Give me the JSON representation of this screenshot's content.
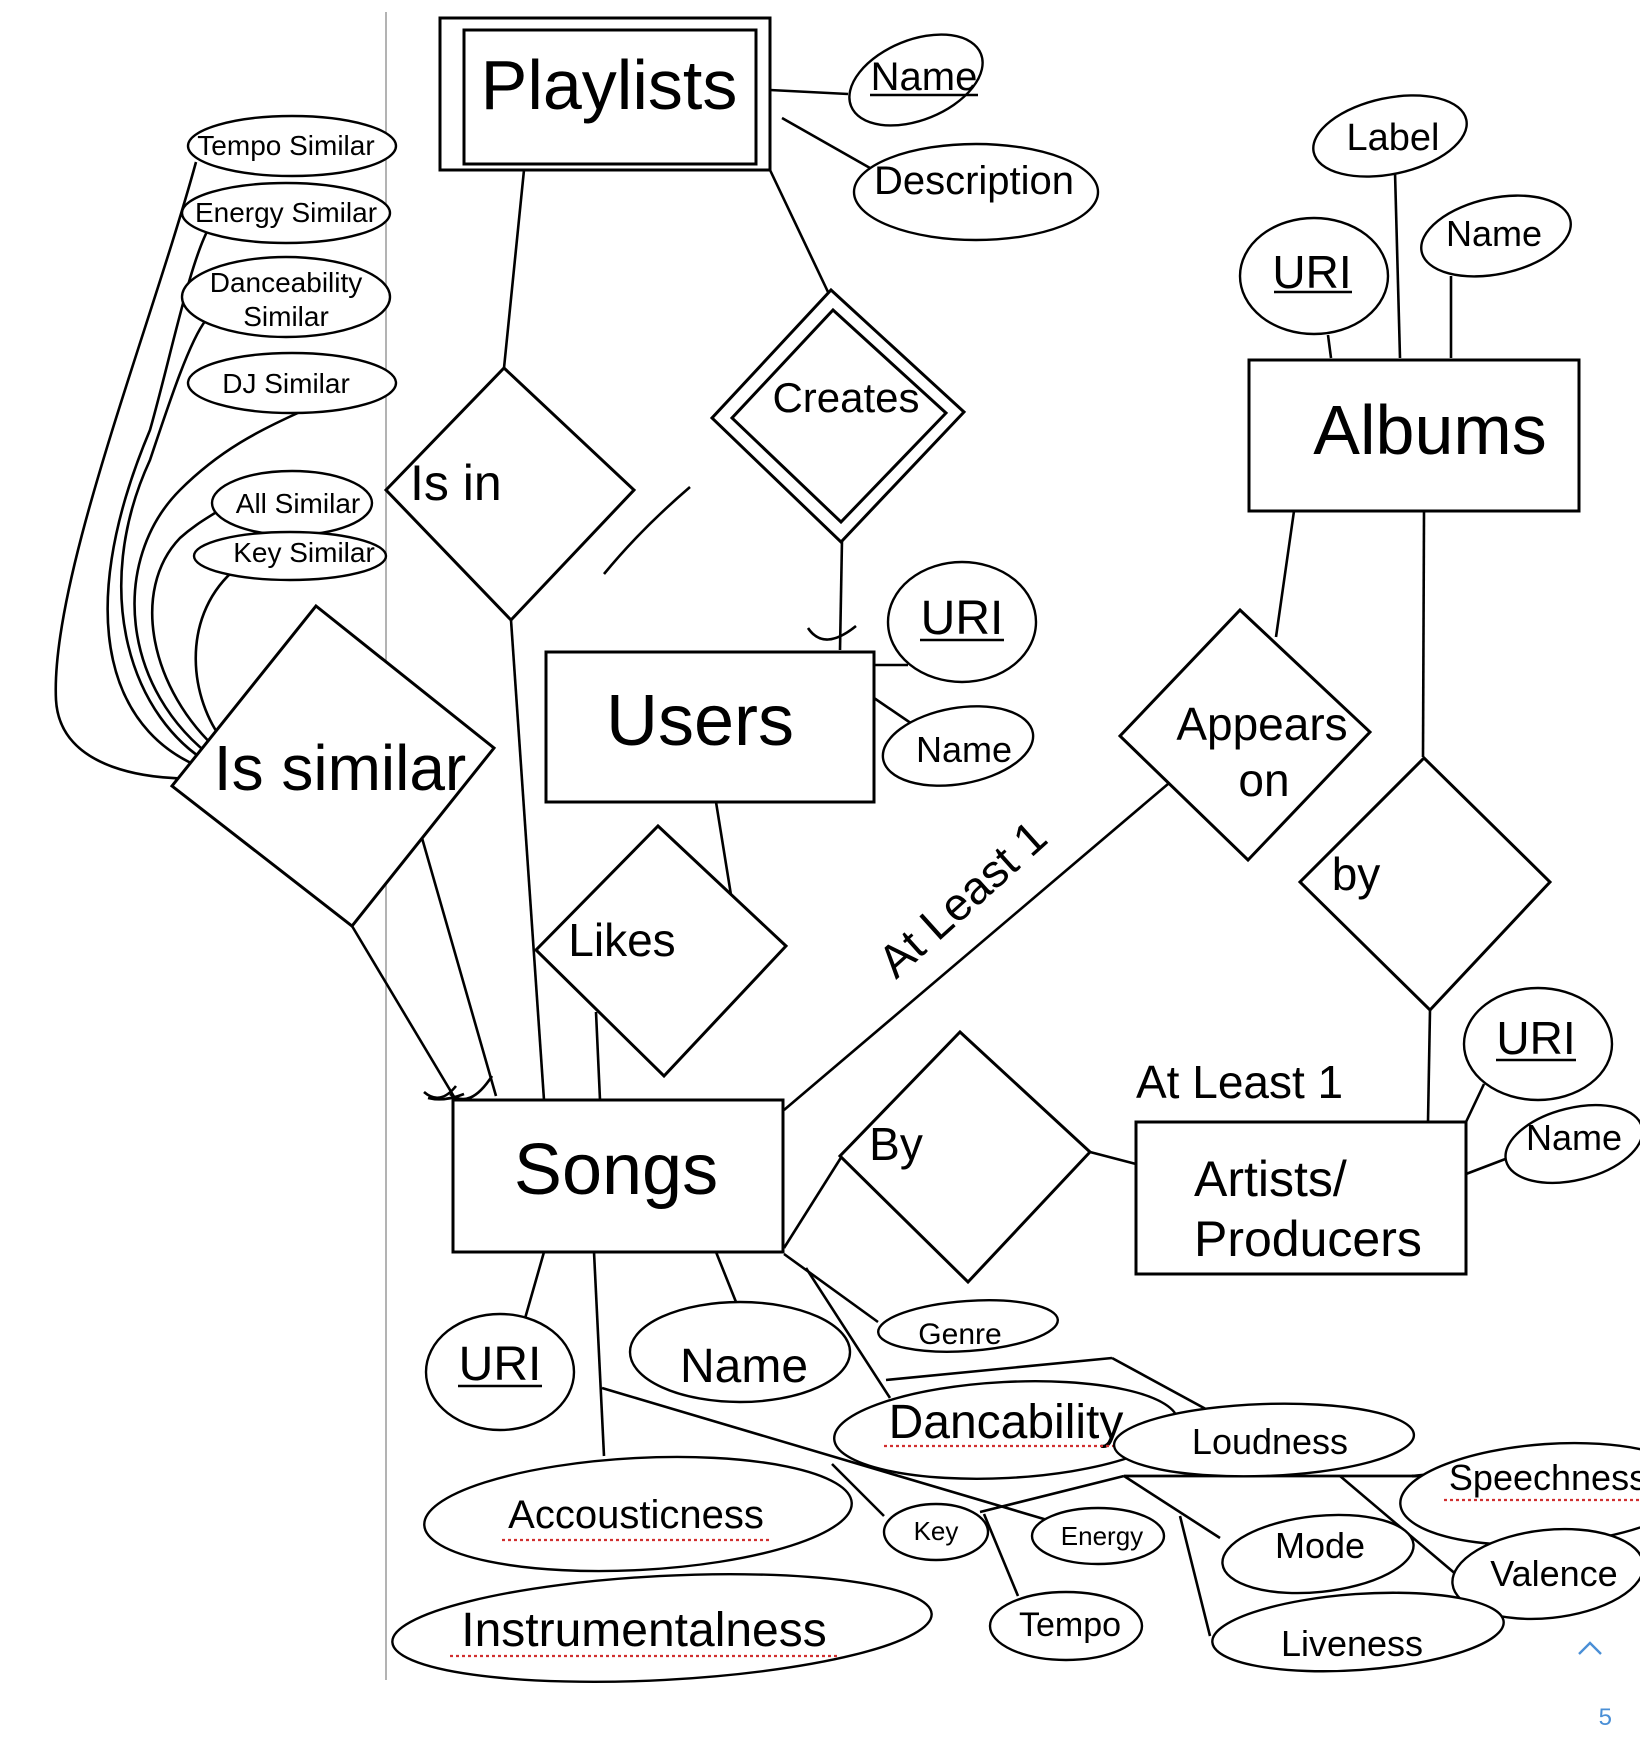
{
  "entities": {
    "playlists": "Playlists",
    "users": "Users",
    "albums": "Albums",
    "songs": "Songs",
    "artists_line1": "Artists/",
    "artists_line2": "Producers"
  },
  "relationships": {
    "is_in": "Is in",
    "creates": "Creates",
    "is_similar": "Is similar",
    "likes": "Likes",
    "appears_on_line1": "Appears",
    "appears_on_line2": "on",
    "album_by": "by",
    "song_by": "By"
  },
  "attributes": {
    "playlist_name": "Name",
    "playlist_description": "Description",
    "album_label": "Label",
    "album_uri": "URI",
    "album_name": "Name",
    "user_uri": "URI",
    "user_name": "Name",
    "artist_uri": "URI",
    "artist_name": "Name",
    "similar_tempo": "Tempo Similar",
    "similar_energy": "Energy Similar",
    "similar_danceability_line1": "Danceability",
    "similar_danceability_line2": "Similar",
    "similar_dj": "DJ Similar",
    "similar_all": "All Similar",
    "similar_key": "Key Similar",
    "song_uri": "URI",
    "song_name": "Name",
    "song_genre": "Genre",
    "song_dancability": "Dancability",
    "song_loudness": "Loudness",
    "song_speechness": "Speechness",
    "song_accousticness": "Accousticness",
    "song_key": "Key",
    "song_energy": "Energy",
    "song_mode": "Mode",
    "song_valence": "Valence",
    "song_instrumentalness": "Instrumentalness",
    "song_tempo": "Tempo",
    "song_liveness": "Liveness"
  },
  "annotations": {
    "appears_cardinality": "At Least 1",
    "artist_cardinality": "At Least 1"
  },
  "page": {
    "number": "5"
  }
}
